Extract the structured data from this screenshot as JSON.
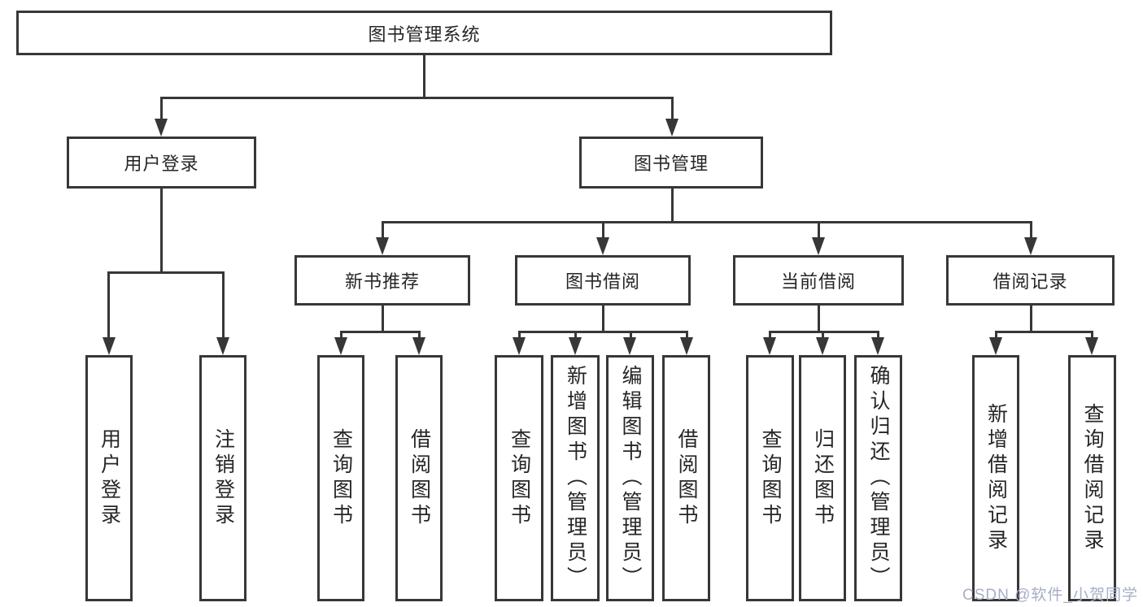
{
  "diagram": {
    "root": "图书管理系统",
    "branches": [
      {
        "label": "用户登录",
        "leaves": [
          "用户登录",
          "注销登录"
        ]
      },
      {
        "label": "图书管理",
        "groups": [
          {
            "label": "新书推荐",
            "leaves": [
              "查询图书",
              "借阅图书"
            ]
          },
          {
            "label": "图书借阅",
            "leaves": [
              "查询图书",
              "新增图书（管理员）",
              "编辑图书（管理员）",
              "借阅图书"
            ]
          },
          {
            "label": "当前借阅",
            "leaves": [
              "查询图书",
              "归还图书",
              "确认归还（管理员）"
            ]
          },
          {
            "label": "借阅记录",
            "leaves": [
              "新增借阅记录",
              "查询借阅记录"
            ]
          }
        ]
      }
    ]
  },
  "watermark": {
    "text": "CSDN @软件_小贺同学"
  },
  "colors": {
    "line": "#373737",
    "text": "#262626",
    "watermark": "#A8AEC6",
    "background": "#ffffff"
  }
}
